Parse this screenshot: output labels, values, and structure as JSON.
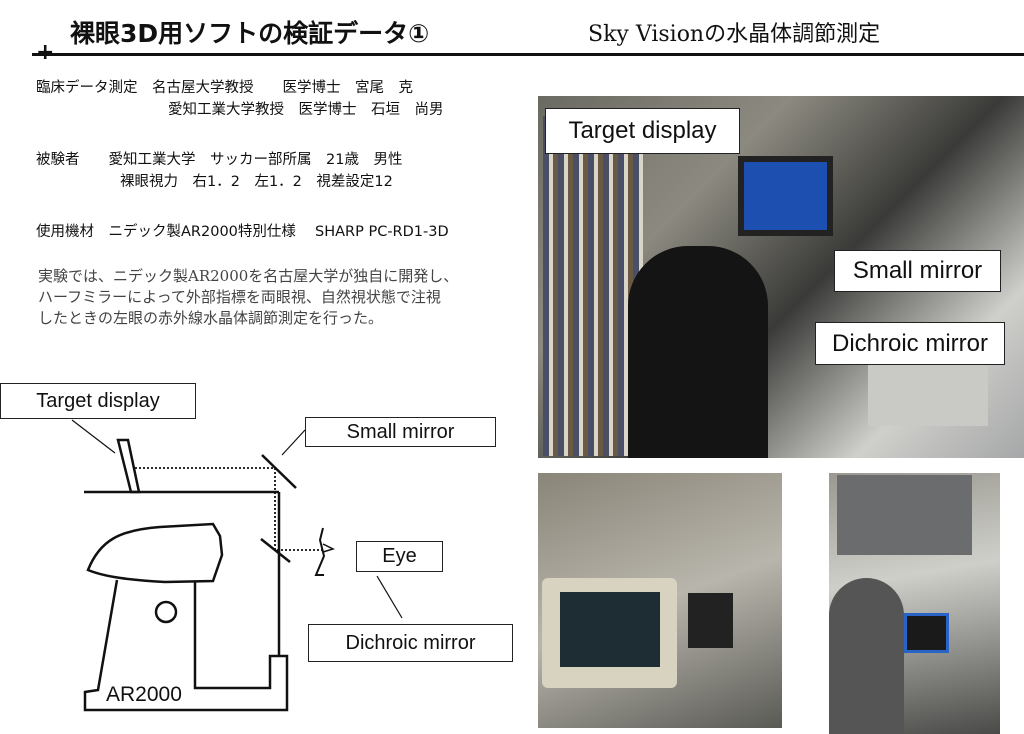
{
  "header": {
    "title": "裸眼3D用ソフトの検証データ①",
    "subtitle": "Sky Visionの水晶体調節測定"
  },
  "info": {
    "line1": "臨床データ測定　名古屋大学教授　　医学博士　宮尾　克",
    "line2": "愛知工業大学教授　医学博士　石垣　尚男",
    "line3": "被験者　　愛知工業大学　サッカー部所属　21歳　男性",
    "line4": "裸眼視力　右1．2　左1．2　視差設定12",
    "line5": "使用機材　ニデック製AR2000特別仕様　 SHARP PC-RD1-3D"
  },
  "description": [
    "実験では、ニデック製AR2000を名古屋大学が独自に開発し、",
    "ハーフミラーによって外部指標を両眼視、自然視状態で注視",
    "したときの左眼の赤外線水晶体調節測定を行った。"
  ],
  "diagram": {
    "target_display": "Target display",
    "small_mirror": "Small mirror",
    "eye": "Eye",
    "dichroic_mirror": "Dichroic mirror",
    "machine": "AR2000"
  },
  "photo": {
    "target_display": "Target display",
    "small_mirror": "Small mirror",
    "dichroic_mirror": "Dichroic mirror"
  }
}
